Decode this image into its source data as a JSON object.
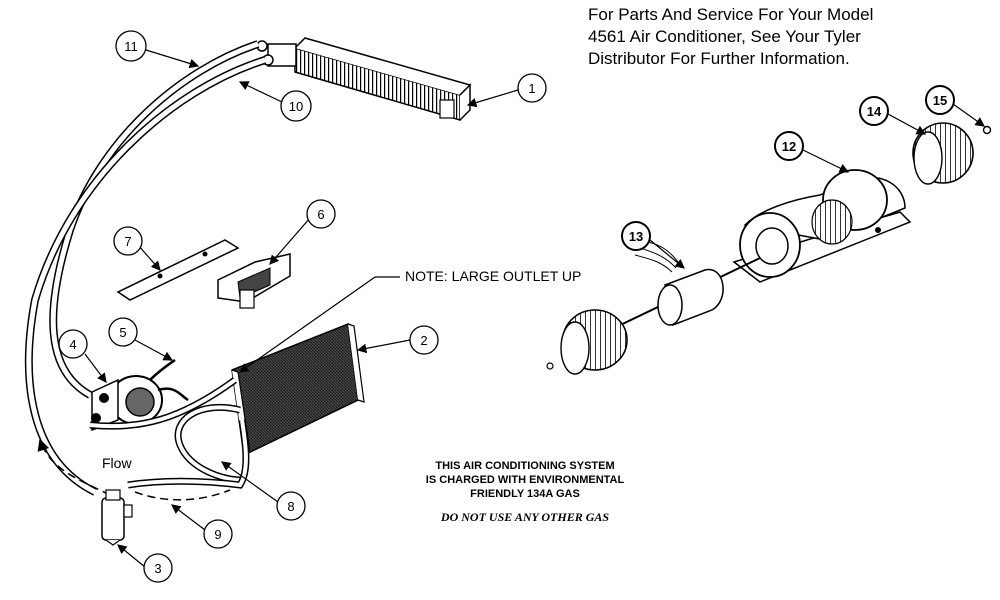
{
  "header": {
    "line1": "For Parts And Service For Your Model",
    "line2": "4561 Air Conditioner, See Your Tyler",
    "line3": "Distributor For Further Information."
  },
  "note": "NOTE: LARGE OUTLET UP",
  "flow_label": "Flow",
  "warning": {
    "line1": "THIS AIR CONDITIONING SYSTEM",
    "line2": "IS CHARGED WITH ENVIRONMENTAL",
    "line3": "FRIENDLY 134A GAS",
    "line4": "DO NOT USE ANY OTHER GAS"
  },
  "callouts": {
    "c1": "1",
    "c2": "2",
    "c3": "3",
    "c4": "4",
    "c5": "5",
    "c6": "6",
    "c7": "7",
    "c8": "8",
    "c9": "9",
    "c10": "10",
    "c11": "11",
    "c12": "12",
    "c13": "13",
    "c14": "14",
    "c15": "15"
  }
}
